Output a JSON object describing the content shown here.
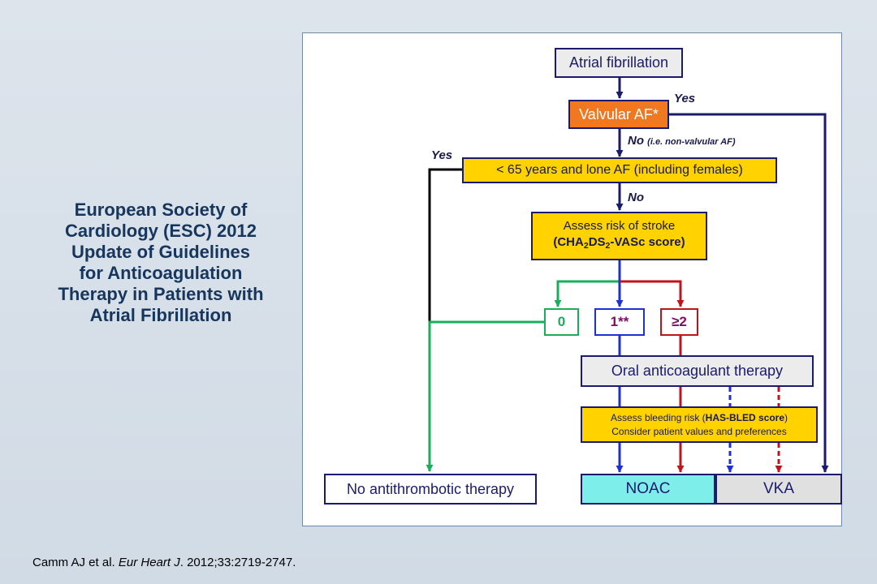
{
  "slide_title": [
    "European Society of",
    "Cardiology (ESC) 2012",
    "Update of Guidelines",
    "for Anticoagulation",
    "Therapy in Patients with",
    "Atrial Fibrillation"
  ],
  "citation": {
    "authors": "Camm AJ et al.",
    "journal": "Eur Heart J",
    "details": ". 2012;33:2719-2747."
  },
  "flowchart": {
    "atrial_fibrillation": "Atrial fibrillation",
    "valvular_af": "Valvular AF*",
    "age_lone_af": "< 65 years and lone AF (including females)",
    "assess_stroke_line1": "Assess risk of stroke",
    "assess_stroke_open": "(CHA",
    "assess_stroke_sub1": "2",
    "assess_stroke_mid": "DS",
    "assess_stroke_sub2": "2",
    "assess_stroke_close": "-VASc score)",
    "score_0": "0",
    "score_1": "1**",
    "score_2": "≥2",
    "oral_anticoagulant": "Oral anticoagulant therapy",
    "bleeding_line1_pre": "Assess bleeding risk (",
    "bleeding_line1_bold": "HAS-BLED score",
    "bleeding_line1_post": ")",
    "bleeding_line2": "Consider patient values and preferences",
    "no_antithrombotic": "No antithrombotic therapy",
    "noac": "NOAC",
    "vka": "VKA",
    "label_yes_valvular": "Yes",
    "label_no_valvular": "No",
    "label_no_valvular_note": "(i.e. non-valvular AF)",
    "label_yes_age": "Yes",
    "label_no_age": "No"
  },
  "colors": {
    "title": "#17365d",
    "navy": "#1b1b6e",
    "green": "#1aae5c",
    "blue": "#1f2fd6",
    "red": "#c0141c",
    "orange_box": "#f07820",
    "yellow_box": "#ffd200",
    "teal_box": "#7deeea",
    "grey_box": "#e0e0e0"
  }
}
